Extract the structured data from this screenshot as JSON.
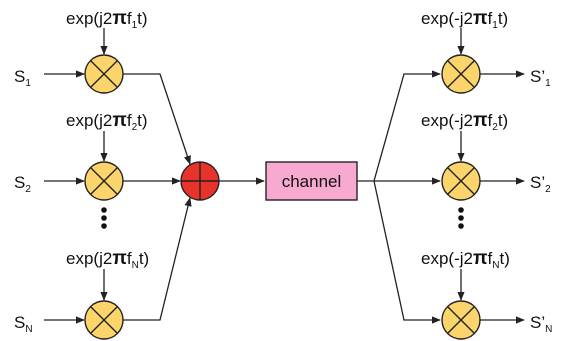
{
  "colors": {
    "mixer_fill": "#fbd46b",
    "adder_fill": "#e8332b",
    "channel_fill": "#f7a9cf",
    "stroke": "#222222"
  },
  "channel": {
    "label": "channel"
  },
  "modulators": [
    {
      "input": "S",
      "input_sub": "1",
      "osc_prefix": "exp(j2",
      "osc_symbol": "π",
      "osc_f": "f",
      "osc_sub": "1",
      "osc_suffix": "t)"
    },
    {
      "input": "S",
      "input_sub": "2",
      "osc_prefix": "exp(j2",
      "osc_symbol": "π",
      "osc_f": "f",
      "osc_sub": "2",
      "osc_suffix": "t)"
    },
    {
      "input": "S",
      "input_sub": "N",
      "osc_prefix": "exp(j2",
      "osc_symbol": "π",
      "osc_f": "f",
      "osc_sub": "N",
      "osc_suffix": "t)"
    }
  ],
  "demodulators": [
    {
      "output": "S’",
      "output_sub": "1",
      "osc_prefix": "exp(-j2",
      "osc_symbol": "π",
      "osc_f": "f",
      "osc_sub": "1",
      "osc_suffix": "t)"
    },
    {
      "output": "S’",
      "output_sub": "2",
      "osc_prefix": "exp(-j2",
      "osc_symbol": "π",
      "osc_f": "f",
      "osc_sub": "2",
      "osc_suffix": "t)"
    },
    {
      "output": "S’",
      "output_sub": "N",
      "osc_prefix": "exp(-j2",
      "osc_symbol": "π",
      "osc_f": "f",
      "osc_sub": "N",
      "osc_suffix": "t)"
    }
  ]
}
